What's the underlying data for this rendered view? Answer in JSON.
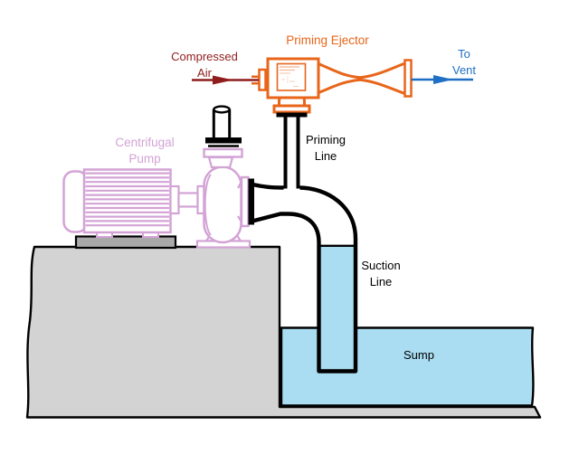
{
  "diagram": {
    "labels": {
      "priming_ejector": "Priming Ejector",
      "compressed_air": {
        "line1": "Compressed",
        "line2": "Air"
      },
      "to_vent": {
        "line1": "To",
        "line2": "Vent"
      },
      "centrifugal_pump": {
        "line1": "Centrifugal",
        "line2": "Pump"
      },
      "priming_line": {
        "line1": "Priming",
        "line2": "Line"
      },
      "suction_line": {
        "line1": "Suction",
        "line2": "Line"
      },
      "sump": "Sump"
    },
    "colors": {
      "ejector_orange": "#e8651a",
      "pump_pink": "#d3a3d5",
      "compressed_air_red": "#8f1d1d",
      "vent_blue": "#1f6fc4",
      "water_blue": "#aadcf2",
      "concrete_gray": "#d3d3d3",
      "motor_base_gray": "#a9a9a9",
      "pipe_black": "#000000"
    }
  }
}
